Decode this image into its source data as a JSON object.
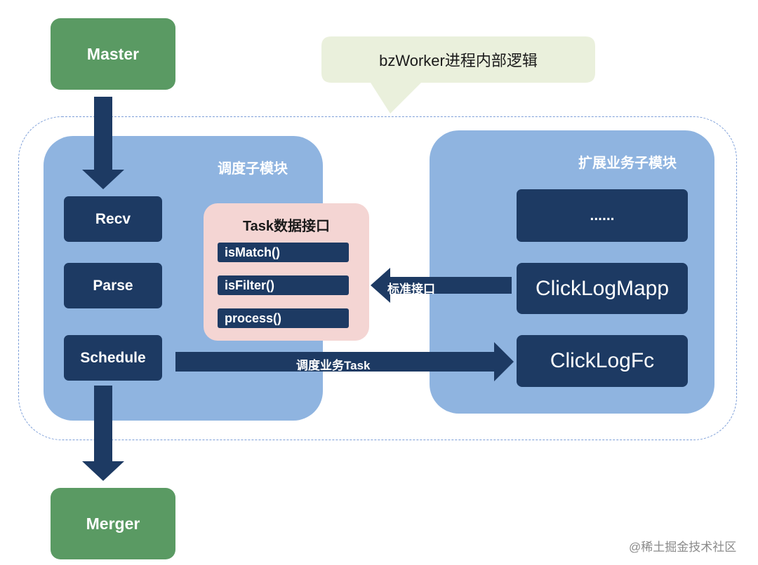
{
  "title_bubble": {
    "text": "bzWorker进程内部逻辑"
  },
  "master": {
    "label": "Master"
  },
  "merger": {
    "label": "Merger"
  },
  "schedule_module": {
    "title": "调度子模块",
    "steps": [
      {
        "label": "Recv"
      },
      {
        "label": "Parse"
      },
      {
        "label": "Schedule"
      }
    ]
  },
  "task_interface": {
    "title": "Task数据接口",
    "methods": [
      {
        "label": "isMatch()"
      },
      {
        "label": "isFilter()"
      },
      {
        "label": "process()"
      }
    ]
  },
  "extension_module": {
    "title": "扩展业务子模块",
    "items": [
      {
        "label": "......"
      },
      {
        "label": "ClickLogMapp"
      },
      {
        "label": "ClickLogFc"
      }
    ]
  },
  "arrows": {
    "standard_interface": "标准接口",
    "schedule_task": "调度业务Task"
  },
  "watermark": {
    "text": "@稀土掘金技术社区"
  },
  "colors": {
    "green": "#5a9a63",
    "region_blue": "#8fb4e0",
    "navy": "#1d3a63",
    "task_pink": "#f4d5d3",
    "bubble": "#eaf0dc",
    "dashed_border": "#7c9ed8"
  }
}
